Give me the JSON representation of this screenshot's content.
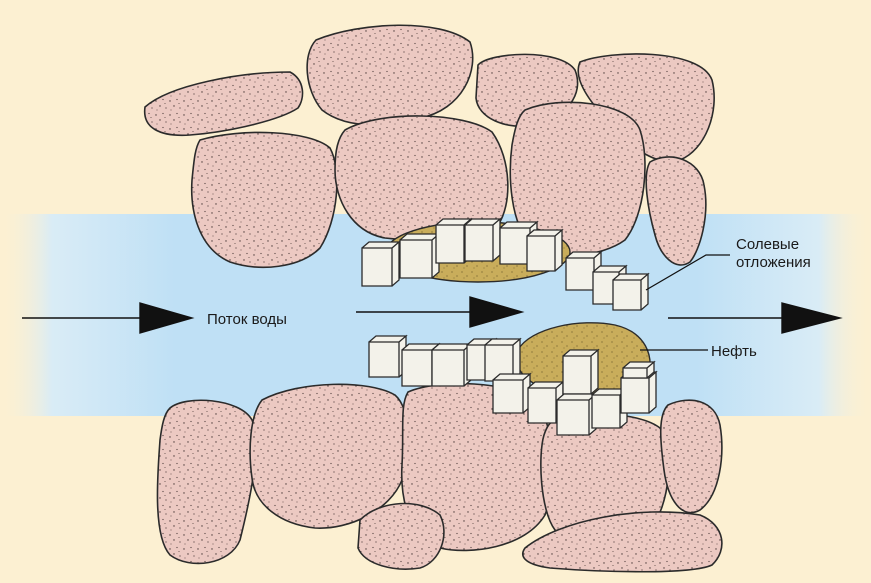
{
  "labels": {
    "water_flow": "Поток воды",
    "scale_deposits_line1": "Солевые",
    "scale_deposits_line2": "отложения",
    "oil": "Нефть"
  },
  "colors": {
    "background": "#fcf0d2",
    "water_band": "#bfe0f5",
    "rock_grain": "#ecc9c2",
    "rock_outline": "#2b2b2b",
    "oil": "#c9ad5b",
    "scale_crystal": "#f3f2ea",
    "arrow": "#111111"
  }
}
